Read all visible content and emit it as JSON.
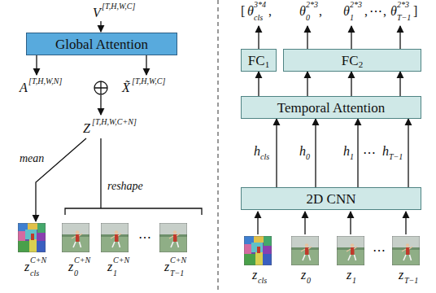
{
  "diagram": {
    "nodes": [
      {
        "text": [
          "Global Attention"
        ]
      },
      {
        "text": [
          "FC",
          "1"
        ]
      },
      {
        "text": [
          "FC",
          "2"
        ]
      },
      {
        "text": [
          "Temporal Attention"
        ]
      },
      {
        "text": [
          "2D CNN"
        ]
      }
    ],
    "edges": [
      {
        "from": 4,
        "to": 3,
        "arrow": "to"
      },
      {
        "from": 4,
        "to": 3,
        "arrow": "to"
      },
      {
        "from": 4,
        "to": 3,
        "arrow": "to"
      },
      {
        "from": 4,
        "to": 3,
        "arrow": "to"
      },
      {
        "from": 3,
        "to": 1,
        "arrow": "to"
      },
      {
        "from": 3,
        "to": 2,
        "arrow": "to"
      },
      {
        "from": 3,
        "to": 2,
        "arrow": "to"
      },
      {
        "from": 3,
        "to": 2,
        "arrow": "to"
      }
    ],
    "labels": [
      "V",
      "[T,H,W,C]",
      "A",
      "[T,H,W,N]",
      "X̃",
      "[T,H,W,C]",
      "Z",
      "[T,H,W,C+N]",
      "mean",
      "reshape",
      "z",
      "cls",
      "C+N",
      "z",
      "0",
      "C+N",
      "z",
      "1",
      "C+N",
      "⋯",
      "z",
      "T−1",
      "C+N",
      "[",
      "θ",
      "cls",
      "3*4",
      ",",
      "θ",
      "0",
      "2*3",
      ",",
      "θ",
      "1",
      "2*3",
      ",",
      "⋯",
      ",",
      "θ",
      "T−1",
      "2*3",
      "]",
      "h",
      "cls",
      "h",
      "0",
      "h",
      "1",
      "⋯",
      "h",
      "T−1",
      "z",
      "cls",
      "z",
      "0",
      "z",
      "1",
      "⋯",
      "z",
      "T−1"
    ]
  }
}
